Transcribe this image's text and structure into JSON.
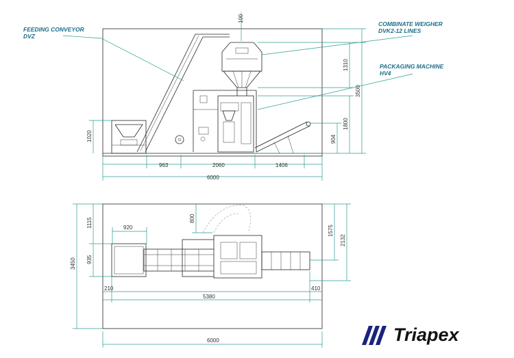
{
  "callouts": {
    "feeding_conveyor": [
      "FEEDING CONVEYOR",
      "DVZ"
    ],
    "combinate_weigher": [
      "COMBINATE WEIGHER",
      "DVK2-12 LINES"
    ],
    "packaging_machine": [
      "PACKAGING MACHINE",
      "HV4"
    ]
  },
  "side_view_dims": {
    "top_gap": "100",
    "weigher_height": "1310",
    "total_height": "3500",
    "machine_height": "1800",
    "table_height": "904",
    "hopper_height": "1020",
    "hopper_width": "963",
    "machine_width": "2060",
    "outfeed_length": "1406",
    "room_width": "6000"
  },
  "top_view_dims": {
    "arc_radius": "800",
    "hopper_width": "920",
    "upper_offset": "1115",
    "hopper_depth": "935",
    "room_depth": "3450",
    "right_upper": "1575",
    "right_total": "2132",
    "left_margin": "210",
    "line_length": "5380",
    "right_margin": "410",
    "room_width": "6000"
  },
  "brand": {
    "name": "Triapex",
    "color": "#1a237e"
  },
  "colors": {
    "dimension": "#2a9d8f",
    "callout": "#1a6e8a"
  }
}
